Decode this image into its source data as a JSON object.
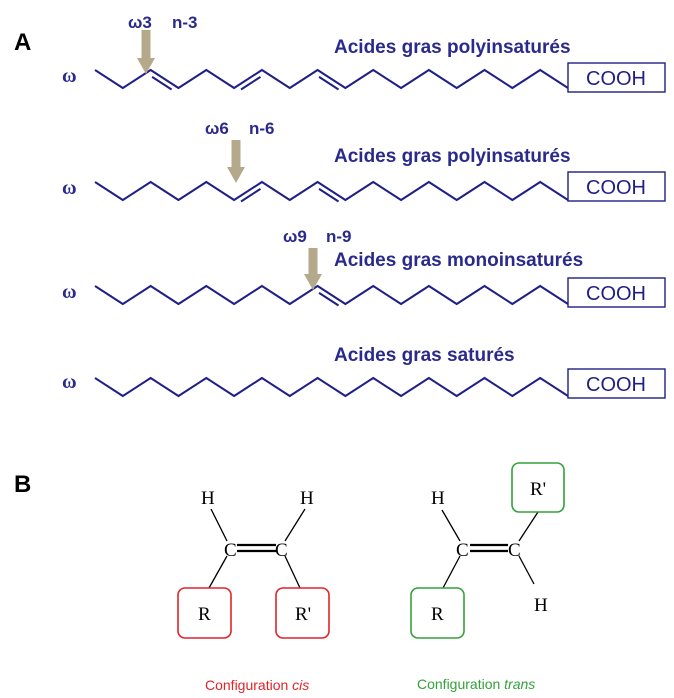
{
  "panel_a": {
    "label": "A",
    "omega_symbol": "ω",
    "cooh_label": "COOH",
    "chain_color": "#1f1f85",
    "title_color": "#2a2a8c",
    "arrow_color": "#b5a98c",
    "chains": [
      {
        "title": "Acides gras polyinsaturés",
        "marker_omega": "ω3",
        "marker_n": "n-3",
        "segments": 17,
        "double_bonds": [
          2,
          5,
          8
        ]
      },
      {
        "title": "Acides gras polyinsaturés",
        "marker_omega": "ω6",
        "marker_n": "n-6",
        "segments": 17,
        "double_bonds": [
          5,
          8
        ]
      },
      {
        "title": "Acides gras monoinsaturés",
        "marker_omega": "ω9",
        "marker_n": "n-9",
        "segments": 17,
        "double_bonds": [
          8
        ]
      },
      {
        "title": "Acides gras saturés",
        "marker_omega": "",
        "marker_n": "",
        "segments": 17,
        "double_bonds": []
      }
    ]
  },
  "panel_b": {
    "label": "B",
    "cis": {
      "H_left": "H",
      "H_right": "H",
      "C_left": "C",
      "C_right": "C",
      "R": "R",
      "R_prime": "R'",
      "caption_main": "Configuration ",
      "caption_emph": "cis",
      "box_color": "#e0242a",
      "caption_color": "#e0242a"
    },
    "trans": {
      "H_left": "H",
      "H_bottom": "H",
      "C_left": "C",
      "C_right": "C",
      "R": "R",
      "R_prime": "R'",
      "caption_main": "Configuration ",
      "caption_emph": "trans",
      "box_color": "#34a13a",
      "caption_color": "#34a13a"
    }
  }
}
